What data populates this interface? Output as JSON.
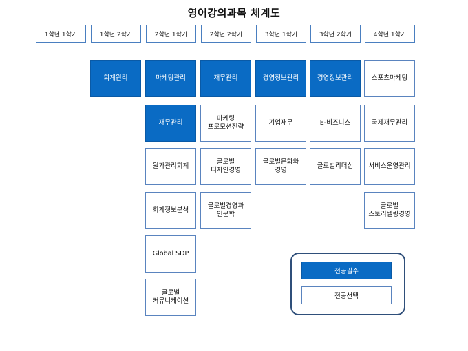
{
  "title": "영어강의과목 체계도",
  "semesters": [
    "1학년 1학기",
    "1학년 2학기",
    "2학년 1학기",
    "2학년 2학기",
    "3학년 1학기",
    "3학년 2학기",
    "4학년 1학기"
  ],
  "columns": [
    {
      "semester": "1학년 1학기",
      "courses": []
    },
    {
      "semester": "1학년 2학기",
      "courses": [
        {
          "name": "회계원리",
          "type": "required"
        }
      ]
    },
    {
      "semester": "2학년 1학기",
      "courses": [
        {
          "name": "마케팅관리",
          "type": "required"
        },
        {
          "name": "재무관리",
          "type": "required"
        },
        {
          "name": "원가관리회계",
          "type": "elective"
        },
        {
          "name": "회계정보분석",
          "type": "elective"
        },
        {
          "name": "Global SDP",
          "type": "elective"
        },
        {
          "name": "글로벌\n커뮤니케이션",
          "type": "elective"
        }
      ]
    },
    {
      "semester": "2학년 2학기",
      "courses": [
        {
          "name": "재무관리",
          "type": "required"
        },
        {
          "name": "마케팅\n프로모션전략",
          "type": "elective"
        },
        {
          "name": "글로벌\n디자인경영",
          "type": "elective"
        },
        {
          "name": "글로벌경영과\n인문학",
          "type": "elective"
        }
      ]
    },
    {
      "semester": "3학년 1학기",
      "courses": [
        {
          "name": "경영정보관리",
          "type": "required"
        },
        {
          "name": "기업재무",
          "type": "elective"
        },
        {
          "name": "글로벌문화와\n경영",
          "type": "elective"
        }
      ]
    },
    {
      "semester": "3학년 2학기",
      "courses": [
        {
          "name": "경영정보관리",
          "type": "required"
        },
        {
          "name": "E-비즈니스",
          "type": "elective"
        },
        {
          "name": "글로벌리더십",
          "type": "elective"
        }
      ]
    },
    {
      "semester": "4학년 1학기",
      "courses": [
        {
          "name": "스포츠마케팅",
          "type": "elective"
        },
        {
          "name": "국제재무관리",
          "type": "elective"
        },
        {
          "name": "서비스운영관리",
          "type": "elective"
        },
        {
          "name": "글로벌\n스토리텔링경영",
          "type": "elective"
        }
      ]
    }
  ],
  "legend": {
    "required": "전공필수",
    "elective": "전공선택"
  },
  "colors": {
    "required_fill": "#0a6bc4",
    "border": "#5a84bf",
    "legend_border": "#2f4f7a"
  }
}
